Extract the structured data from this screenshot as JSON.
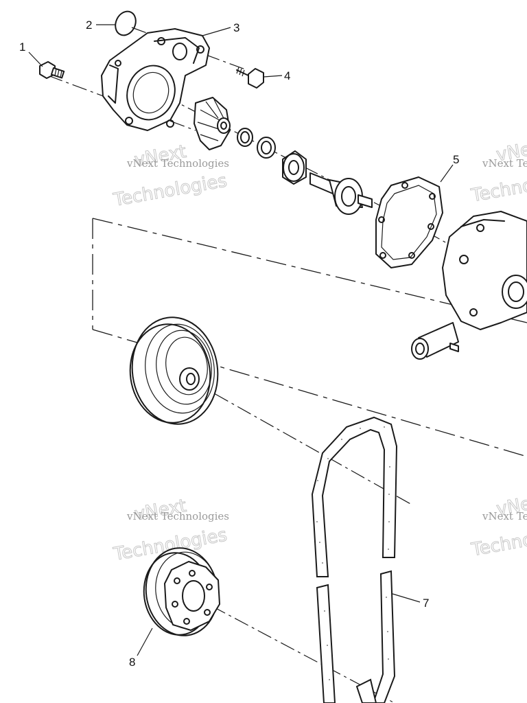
{
  "callouts": [
    {
      "id": "1",
      "label": "1"
    },
    {
      "id": "2",
      "label": "2"
    },
    {
      "id": "3",
      "label": "3"
    },
    {
      "id": "4",
      "label": "4"
    },
    {
      "id": "5",
      "label": "5"
    },
    {
      "id": "7",
      "label": "7"
    },
    {
      "id": "8",
      "label": "8"
    }
  ],
  "watermark": {
    "small_text": "vNext Technologies",
    "large_top": "vNext",
    "large_bottom": "Technologies",
    "color": "#c8c8c8"
  },
  "ink_color": "#1a1a1a"
}
